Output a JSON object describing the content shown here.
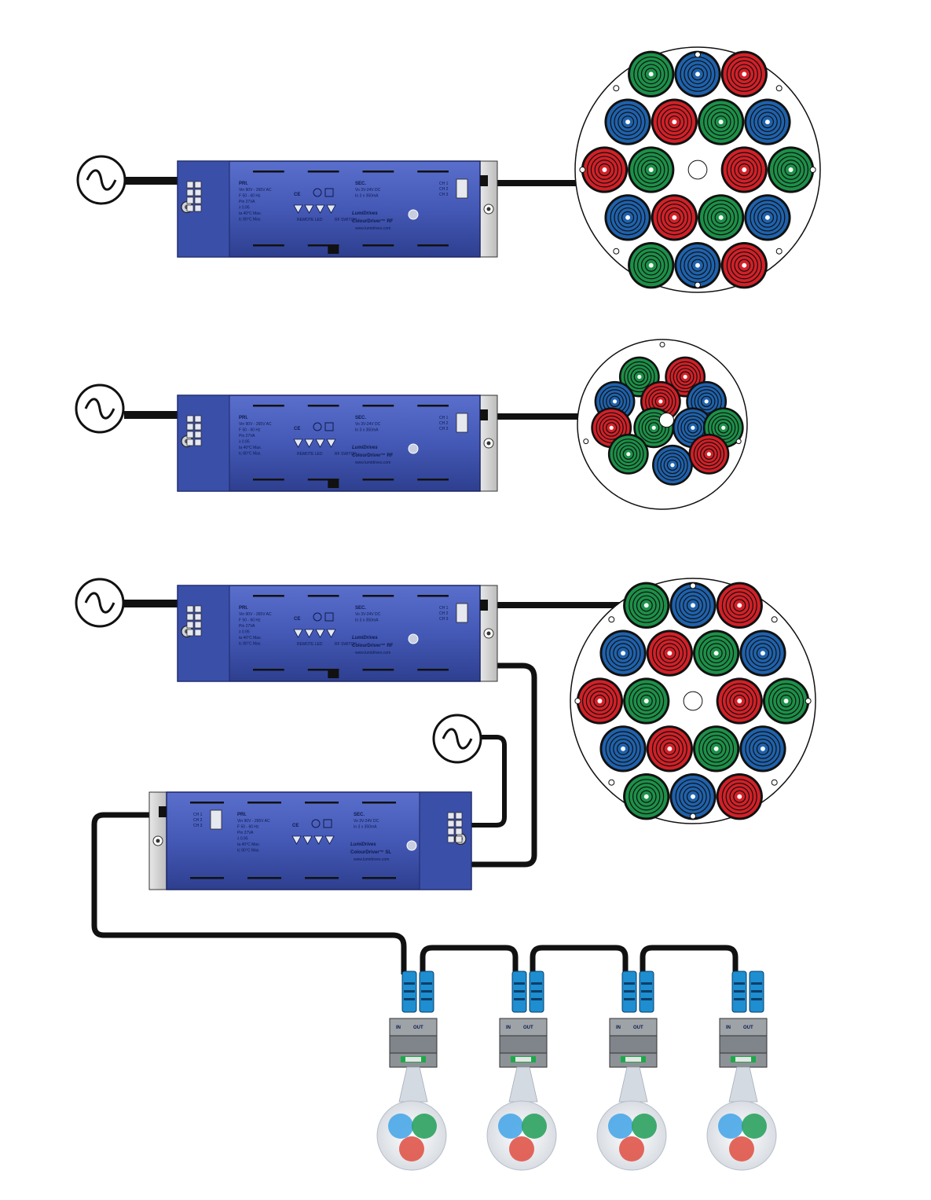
{
  "drivers": [
    {
      "pri_label": "PRI.",
      "pri_lines": [
        "Vin   90V - 265V AC",
        "F     50 - 60 Hz",
        "Pin   27VA",
        "λ     0.95",
        "ta    40°C Max.",
        "tc    80°C Max."
      ],
      "sec_label": "SEC.",
      "sec_lines": [
        "Vo   3V-24V DC",
        "Io   3 x 350mA"
      ],
      "brand": "LumiDrives",
      "model": "ColourDriver™ RF",
      "url": "www.lumidrives.com",
      "channels": [
        "CH 1",
        "CH 2",
        "CH 3"
      ],
      "remote_label": "REMOTE LED",
      "rf_label": "RF SWITCH"
    },
    {
      "pri_label": "PRI.",
      "pri_lines": [
        "Vin   90V - 265V AC",
        "F     50 - 60 Hz",
        "Pin   27VA",
        "λ     0.95",
        "ta    40°C Max.",
        "tc    80°C Max."
      ],
      "sec_label": "SEC.",
      "sec_lines": [
        "Vo   3V-24V DC",
        "Io   3 x 350mA"
      ],
      "brand": "LumiDrives",
      "model": "ColourDriver™ RF",
      "url": "www.lumidrives.com",
      "channels": [
        "CH 1",
        "CH 2",
        "CH 3"
      ],
      "remote_label": "REMOTE LED",
      "rf_label": "RF SWITCH"
    },
    {
      "pri_label": "PRI.",
      "pri_lines": [
        "Vin   90V - 265V AC",
        "F     50 - 60 Hz",
        "Pin   27VA",
        "λ     0.95",
        "ta    40°C Max.",
        "tc    80°C Max."
      ],
      "sec_label": "SEC.",
      "sec_lines": [
        "Vo   3V-24V DC",
        "Io   3 x 350mA"
      ],
      "brand": "LumiDrives",
      "model": "ColourDriver™ RF",
      "url": "www.lumidrives.com",
      "channels": [
        "CH 1",
        "CH 2",
        "CH 3"
      ],
      "remote_label": "REMOTE LED",
      "rf_label": "RF SWITCH"
    },
    {
      "pri_label": "PRI.",
      "pri_lines": [
        "Vin   90V - 265V AC",
        "F     50 - 60 Hz",
        "Pin   27VA",
        "λ     0.95",
        "ta    40°C Max.",
        "tc    80°C Max."
      ],
      "sec_label": "SEC.",
      "sec_lines": [
        "Vo   3V-24V DC",
        "Io   3 x 350mA"
      ],
      "brand": "LumiDrives",
      "model": "ColourDriver™ SL",
      "url": "www.lumidrives.com",
      "channels": [
        "CH 1",
        "CH 2",
        "CH 3"
      ],
      "remote_label": "",
      "rf_label": ""
    }
  ],
  "ac_symbol": "~",
  "connectors": [
    {
      "in_label": "IN",
      "out_label": "OUT"
    },
    {
      "in_label": "IN",
      "out_label": "OUT"
    },
    {
      "in_label": "IN",
      "out_label": "OUT"
    },
    {
      "in_label": "IN",
      "out_label": "OUT"
    }
  ],
  "colors": {
    "driver_blue": "#3f55b2",
    "driver_dark": "#26377e",
    "led_red": "#d32027",
    "led_green": "#1c9148",
    "led_blue": "#1f62ad",
    "cable": "#111111",
    "connector_blue": "#1e8ed0"
  },
  "fixtures": [
    {
      "name": "large-array-1",
      "leds": [
        "green",
        "blue",
        "red",
        "blue",
        "red",
        "green",
        "blue",
        "red",
        "green",
        "red",
        "green",
        "blue",
        "red",
        "green",
        "blue",
        "green",
        "blue",
        "red"
      ]
    },
    {
      "name": "small-array",
      "leds": [
        "green",
        "red",
        "blue",
        "red",
        "blue",
        "red",
        "green",
        "blue",
        "green",
        "green",
        "blue",
        "red"
      ]
    },
    {
      "name": "large-array-2",
      "leds": [
        "green",
        "blue",
        "red",
        "blue",
        "red",
        "green",
        "blue",
        "red",
        "green",
        "red",
        "green",
        "blue",
        "red",
        "green",
        "blue",
        "green",
        "blue",
        "red"
      ]
    }
  ]
}
